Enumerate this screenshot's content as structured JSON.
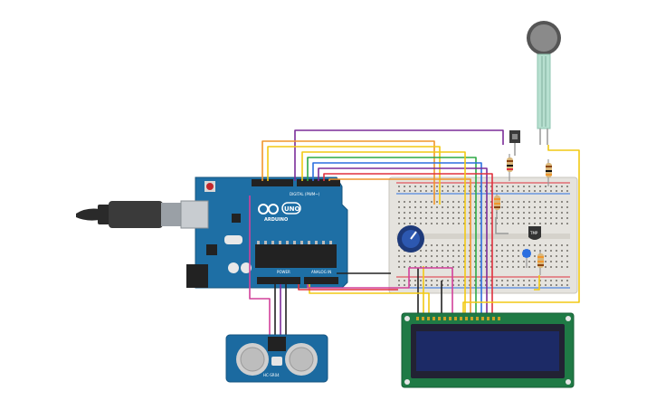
{
  "arduino": {
    "brand": "ARDUINO",
    "model": "UNO",
    "digital_label": "DIGITAL (PWM~)",
    "power_label": "POWER",
    "analog_label": "ANALOG IN"
  },
  "components": {
    "ultrasonic_label": "HC-SR04",
    "sensor_text": "TMP"
  },
  "colors": {
    "arduino_board": "#1e6fa5",
    "lcd_board": "#1f7a45",
    "lcd_screen": "#1c2a66",
    "wire_purple": "#7b2d99",
    "wire_orange": "#f0962d",
    "wire_yellow": "#f2c913",
    "wire_green": "#2eaa47",
    "wire_blue": "#2c6fe0",
    "wire_red": "#e0313e",
    "wire_magenta": "#d2409a",
    "wire_black": "#222222"
  }
}
